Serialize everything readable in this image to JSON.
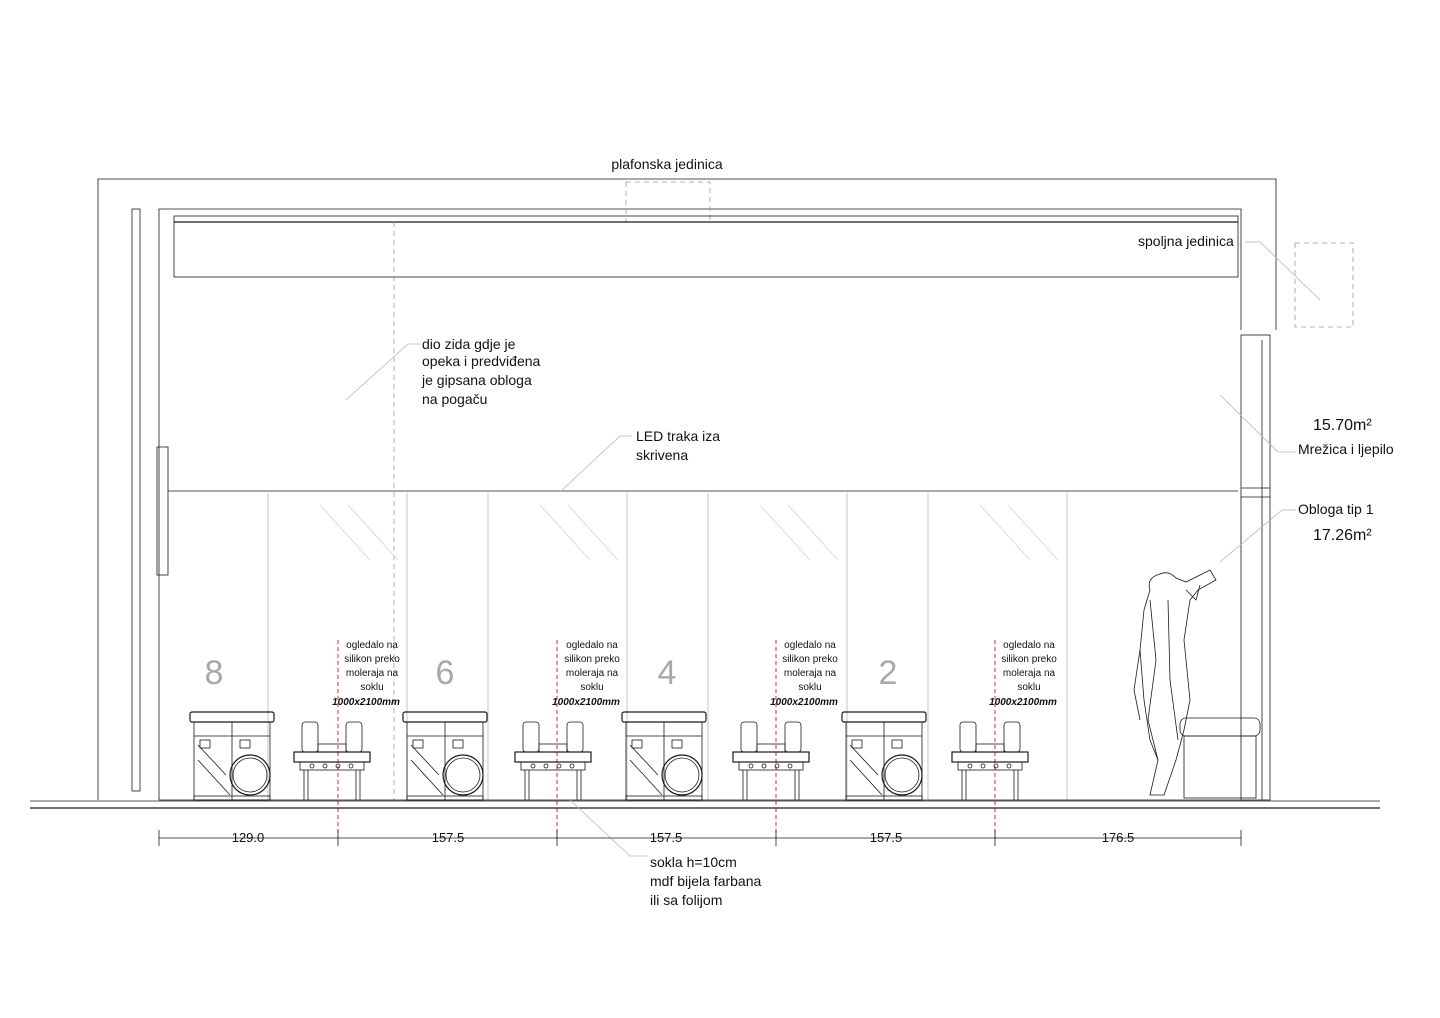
{
  "labels": {
    "ceiling_unit": "plafonska jedinica",
    "outdoor_unit": "spoljna jedinica",
    "wall_note": [
      "dio zida gdje je",
      "opeka i predviđena",
      "je gipsana obloga",
      "na pogaču"
    ],
    "led_note": [
      "LED traka iza",
      "skrivena"
    ],
    "area_top": "15.70m²",
    "mesh_note": "Mrežica i ljepilo",
    "cladding_type": "Obloga tip 1",
    "area_bottom": "17.26m²",
    "plinth_note": [
      "sokla h=10cm",
      "mdf bijela farbana",
      "ili sa folijom"
    ]
  },
  "mirror_note": {
    "lines": [
      "ogledalo na",
      "silikon preko",
      "moleraja na",
      "soklu"
    ],
    "size": "1000x2100mm"
  },
  "station_numbers": [
    "8",
    "6",
    "4",
    "2"
  ],
  "dimensions": [
    "129.0",
    "157.5",
    "157.5",
    "157.5",
    "176.5"
  ],
  "colors": {
    "line": "#1a1a1a",
    "guide_red": "#d0302a",
    "station_number": "#a8a8a8",
    "hatch": "#d2d2d2"
  }
}
